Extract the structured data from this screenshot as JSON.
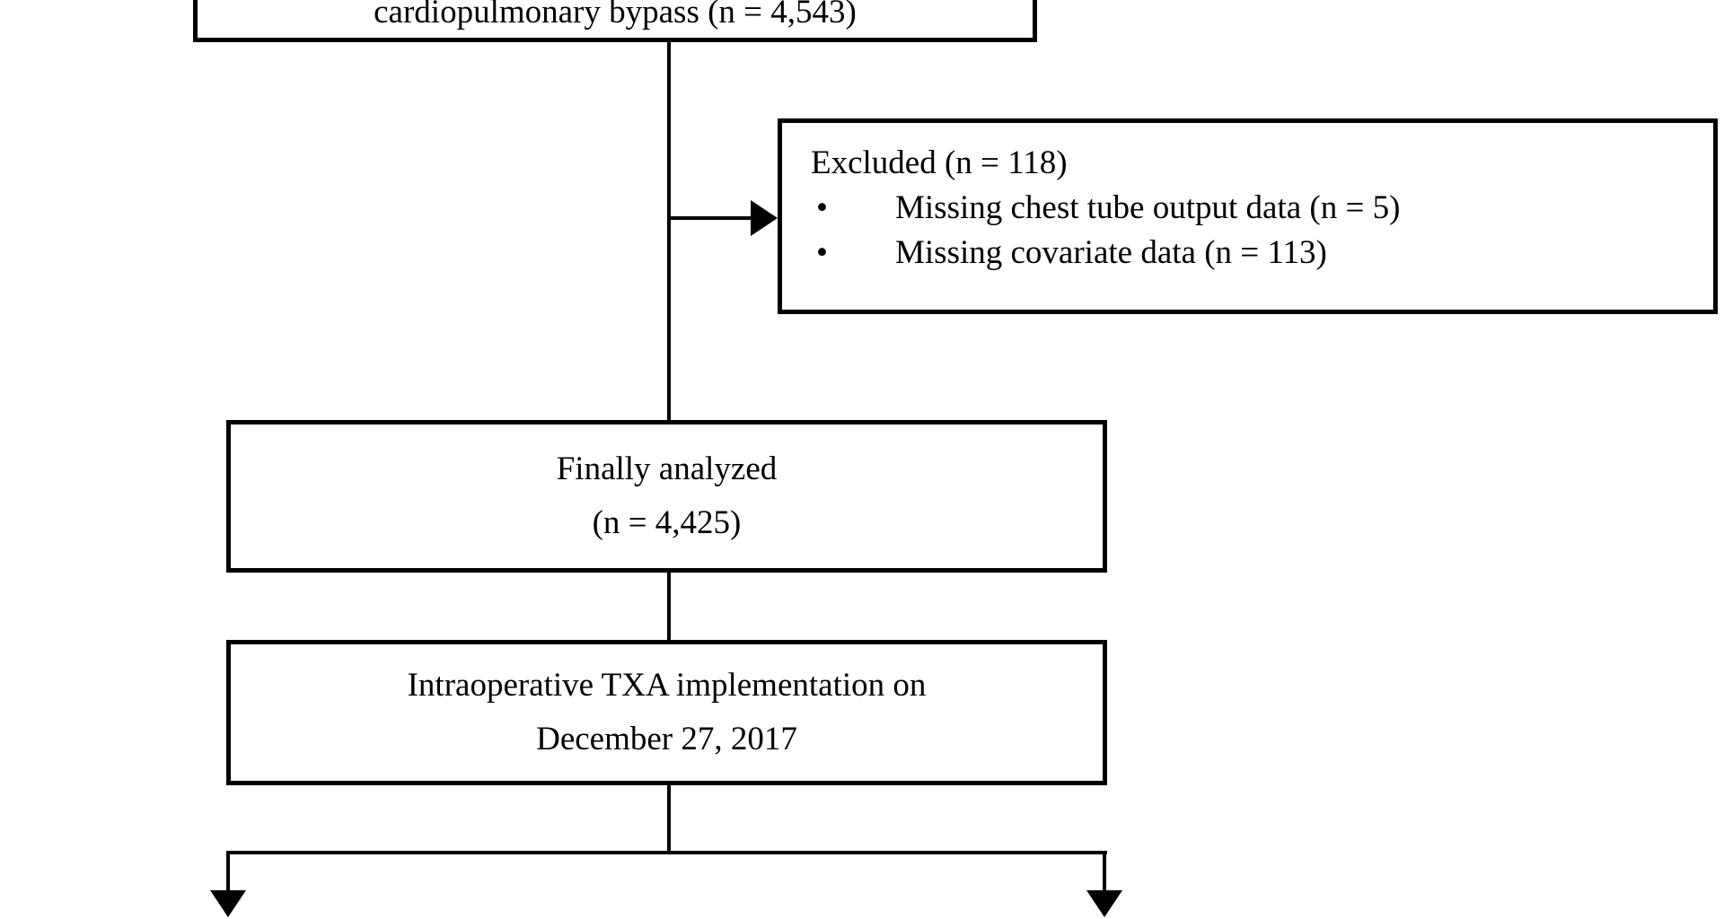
{
  "figure": {
    "background": "#ffffff",
    "line_color": "#000000",
    "text_color": "#000000",
    "boxes": {
      "enrollment": {
        "visible_text": "cardiopulmonary bypass (n = 4,543)"
      },
      "excluded": {
        "title": "Excluded (n = 118)",
        "bullet_char": "•",
        "bullets": [
          "Missing chest tube output data (n = 5)",
          "Missing covariate data (n = 113)"
        ]
      },
      "analyzed": {
        "line1": "Finally analyzed",
        "line2": "(n = 4,425)"
      },
      "txa": {
        "line1": "Intraoperative TXA implementation on",
        "line2": "December 27, 2017"
      }
    }
  }
}
